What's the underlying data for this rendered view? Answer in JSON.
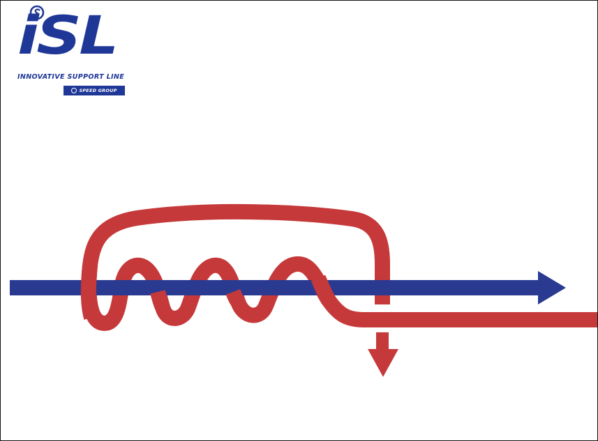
{
  "logo": {
    "wordmark": "iSL",
    "tagline": "INNOVATIVE SUPPORT LINE",
    "badge": "SPEED GROUP",
    "icon": "swirl-circle-icon"
  },
  "colors": {
    "brand": "#1f3796",
    "blue_line": "#2b3a91",
    "red_line": "#c6393a",
    "frame": "#111111",
    "background": "#ffffff"
  },
  "diagram": {
    "blue_arrow_icon": "arrow-right-icon",
    "red_arrow_icon": "arrow-down-icon"
  }
}
